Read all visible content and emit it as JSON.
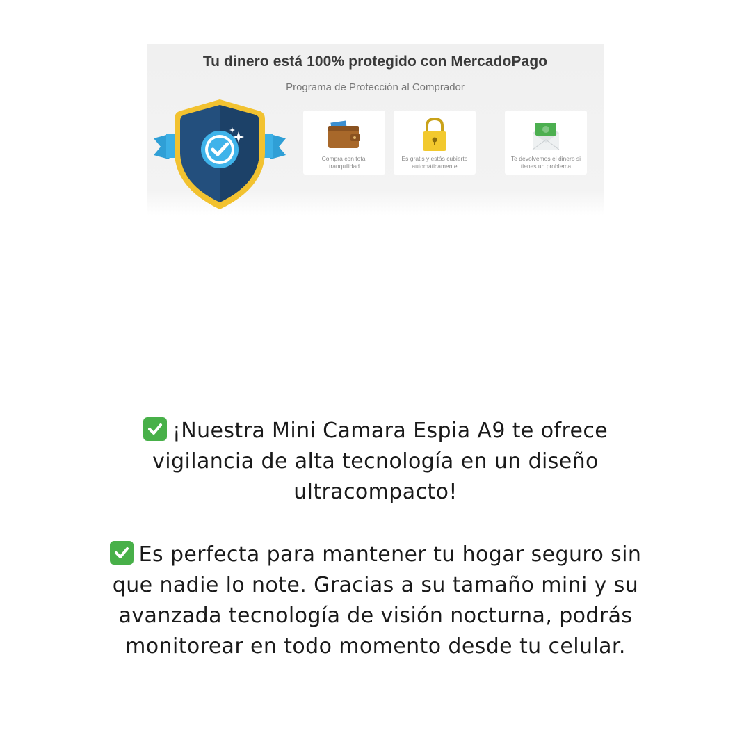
{
  "banner": {
    "title": "Tu dinero está 100% protegido con MercadoPago",
    "subtitle": "Programa de Protección al Comprador",
    "shield_icon": "shield-check-icon",
    "features": [
      {
        "icon": "wallet-icon",
        "line1": "Compra con total",
        "line2": "tranquilidad"
      },
      {
        "icon": "padlock-icon",
        "line1": "Es gratis y estás cubierto",
        "line2": "automáticamente"
      },
      {
        "icon": "money-envelope-icon",
        "line1": "Te devolvemos el dinero si",
        "line2": "tienes un problema"
      }
    ]
  },
  "description": {
    "paragraph_1": {
      "line1": "¡Nuestra Mini Camara Espia A9 te ofrece",
      "line2": "vigilancia de alta tecnología en un diseño",
      "line3": "ultracompacto!"
    },
    "paragraph_2": {
      "line1": "Es perfecta para mantener tu hogar seguro sin",
      "line2": "que nadie lo note. Gracias a su tamaño mini y su",
      "line3": "avanzada tecnología de visión nocturna, podrás",
      "line4": "monitorear en todo momento desde tu celular."
    },
    "check_icon": "check-mark-button-icon",
    "check_color": "#48b049"
  }
}
